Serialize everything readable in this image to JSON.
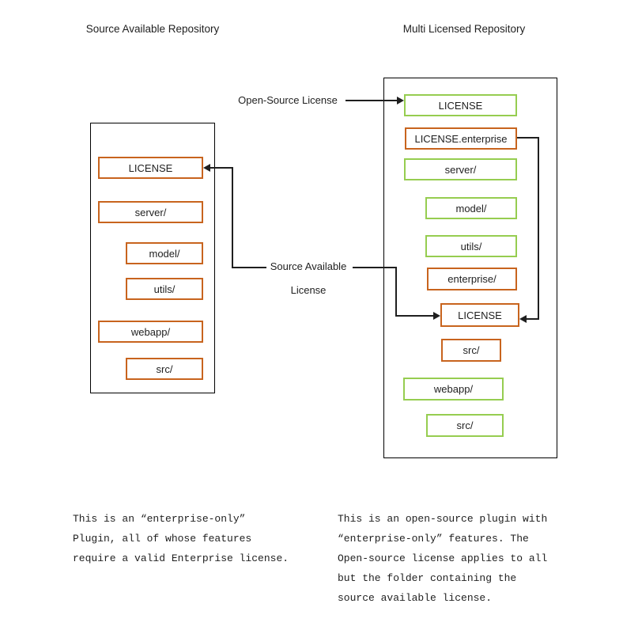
{
  "titles": {
    "left": "Source Available Repository",
    "right": "Multi Licensed Repository"
  },
  "left_repo": {
    "boxes": [
      {
        "label": "LICENSE",
        "style": "orange"
      },
      {
        "label": "server/",
        "style": "orange"
      },
      {
        "label": "model/",
        "style": "orange"
      },
      {
        "label": "utils/",
        "style": "orange"
      },
      {
        "label": "webapp/",
        "style": "orange"
      },
      {
        "label": "src/",
        "style": "orange"
      }
    ]
  },
  "right_repo": {
    "boxes": [
      {
        "label": "LICENSE",
        "style": "green"
      },
      {
        "label": "LICENSE.enterprise",
        "style": "orange"
      },
      {
        "label": "server/",
        "style": "green"
      },
      {
        "label": "model/",
        "style": "green"
      },
      {
        "label": "utils/",
        "style": "green"
      },
      {
        "label": "enterprise/",
        "style": "orange"
      },
      {
        "label": "LICENSE",
        "style": "orange"
      },
      {
        "label": "src/",
        "style": "orange"
      },
      {
        "label": "webapp/",
        "style": "green"
      },
      {
        "label": "src/",
        "style": "green"
      }
    ]
  },
  "arrow_labels": {
    "open_source": "Open-Source License",
    "source_available_line1": "Source Available",
    "source_available_line2": "License"
  },
  "notes": {
    "left_lines": [
      "This is an “enterprise-only”",
      "Plugin, all of whose features",
      "require a valid Enterprise license."
    ],
    "right_lines": [
      "This is an open-source plugin with",
      "“enterprise-only” features. The",
      "Open-source license applies to all",
      "but the folder containing the",
      "source available license."
    ]
  },
  "colors": {
    "orange": "#C8641E",
    "green": "#96CD50",
    "line": "#1f1f1f"
  }
}
